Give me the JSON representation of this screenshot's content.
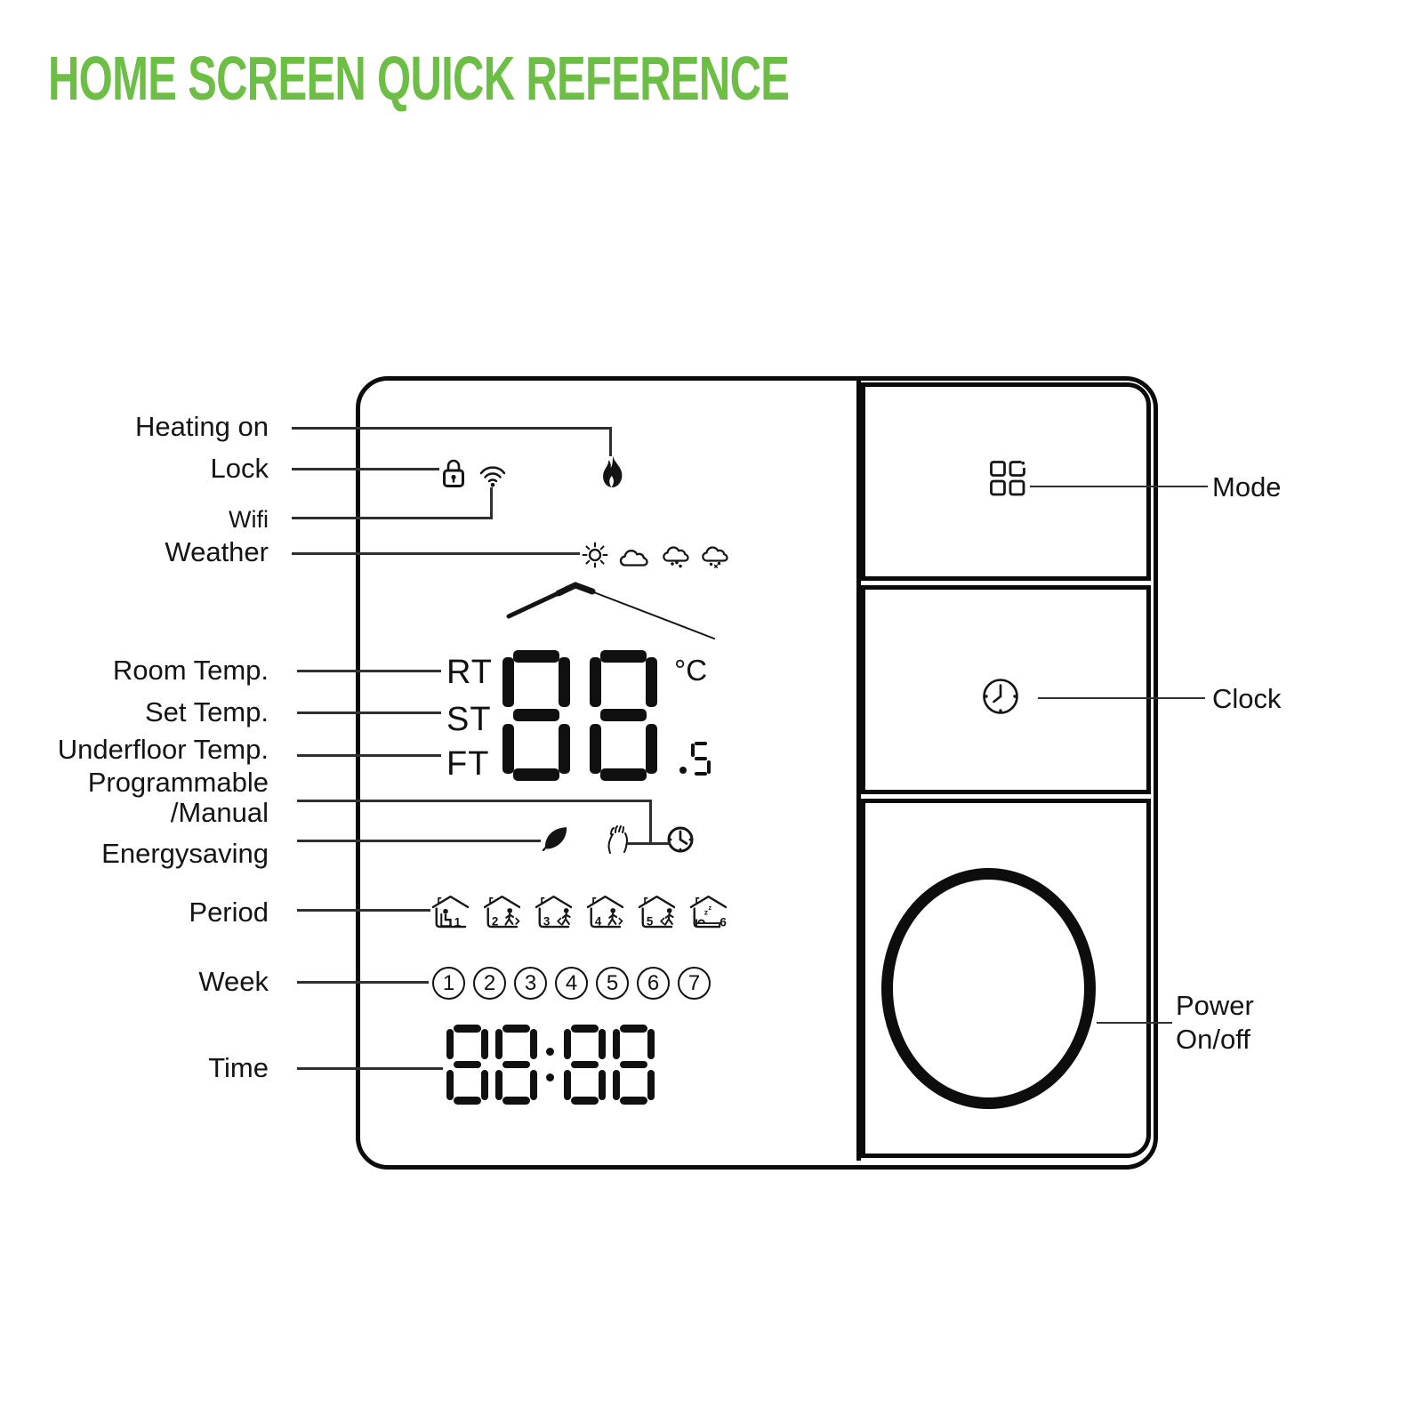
{
  "title": {
    "text": "HOME SCREEN QUICK REFERENCE",
    "color": "#6CBE45"
  },
  "callouts": {
    "left": {
      "heating_on": "Heating on",
      "lock": "Lock",
      "wifi": "Wifi",
      "weather": "Weather",
      "room_temp": "Room Temp.",
      "set_temp": "Set Temp.",
      "underfloor_temp": "Underfloor Temp.",
      "programmable_line1": "Programmable",
      "programmable_line2": "/Manual",
      "energysaving": "Energysaving",
      "period": "Period",
      "week": "Week",
      "time": "Time"
    },
    "right": {
      "mode": "Mode",
      "clock": "Clock",
      "power_line1": "Power",
      "power_line2": "On/off"
    }
  },
  "screen": {
    "temp_labels": {
      "room": "RT",
      "set": "ST",
      "floor": "FT"
    },
    "main_temp": "88",
    "unit": "°C",
    "decimal": ".5",
    "time": "88:88",
    "periods": [
      "1",
      "2",
      "3",
      "4",
      "5",
      "6"
    ],
    "week_days": [
      "1",
      "2",
      "3",
      "4",
      "5",
      "6",
      "7"
    ],
    "icons": {
      "status": [
        "lock-icon",
        "wifi-icon",
        "flame-icon"
      ],
      "weather": [
        "sun-icon",
        "cloud-icon",
        "rain-cloud-icon",
        "snow-cloud-icon"
      ],
      "mode_row": [
        "leaf-icon",
        "hand-icon",
        "clock-icon"
      ]
    }
  },
  "panel": {
    "buttons": [
      "mode-button",
      "clock-button",
      "power-knob"
    ]
  }
}
